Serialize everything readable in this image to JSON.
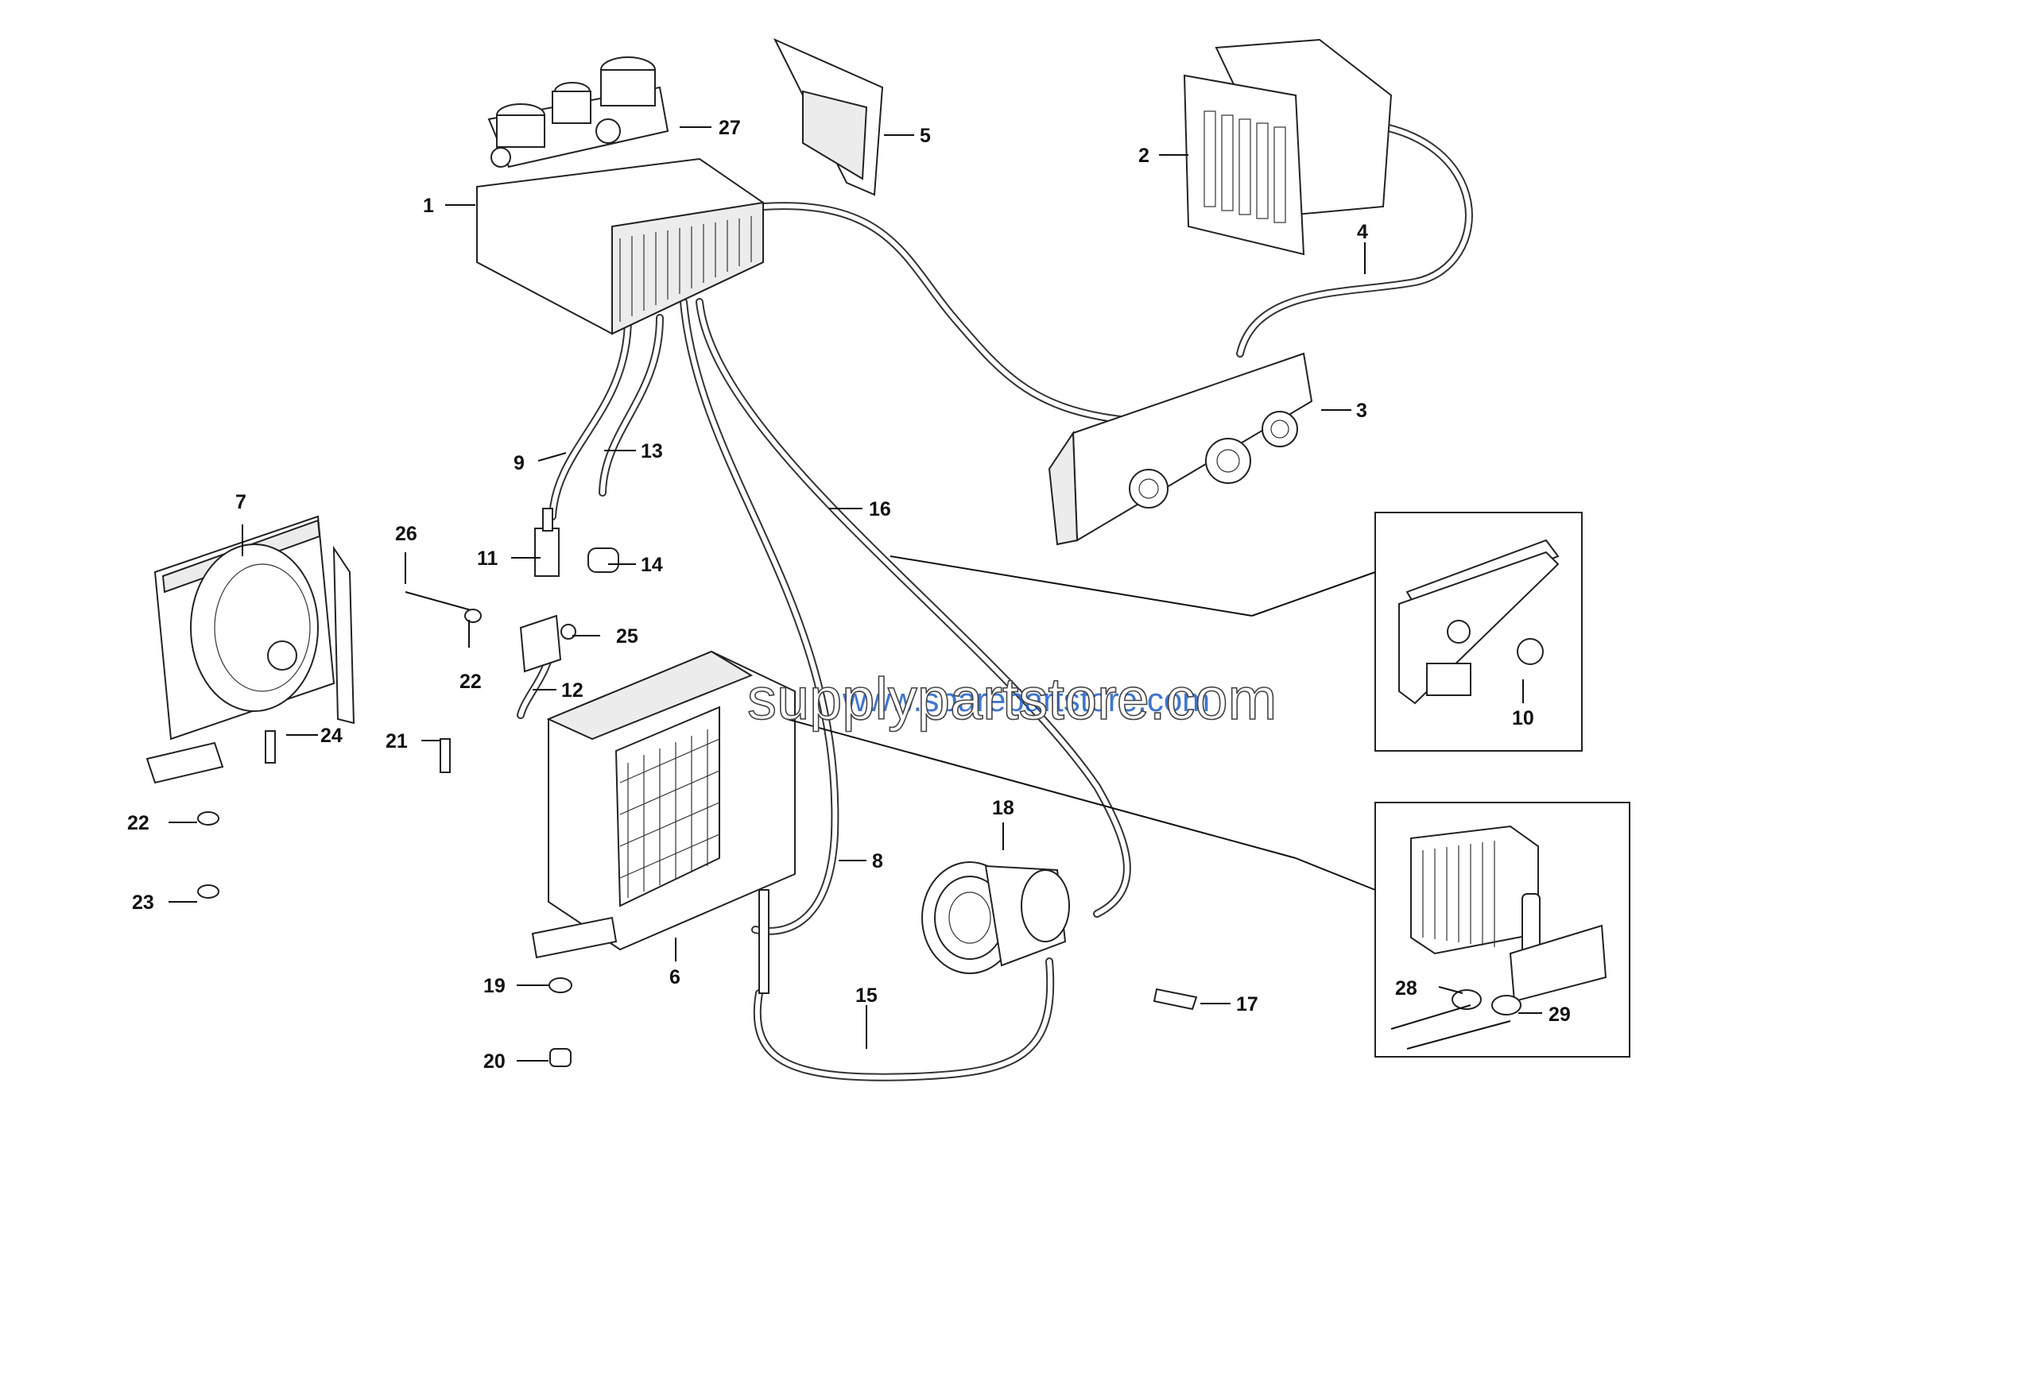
{
  "watermark": {
    "primary": "supplypartstore.com",
    "secondary": "www.sparepartstore.com"
  },
  "callouts": [
    "1",
    "2",
    "3",
    "4",
    "5",
    "6",
    "7",
    "8",
    "9",
    "10",
    "11",
    "12",
    "13",
    "14",
    "15",
    "16",
    "17",
    "18",
    "19",
    "20",
    "21",
    "22",
    "22",
    "23",
    "24",
    "25",
    "26",
    "27",
    "28",
    "29"
  ]
}
